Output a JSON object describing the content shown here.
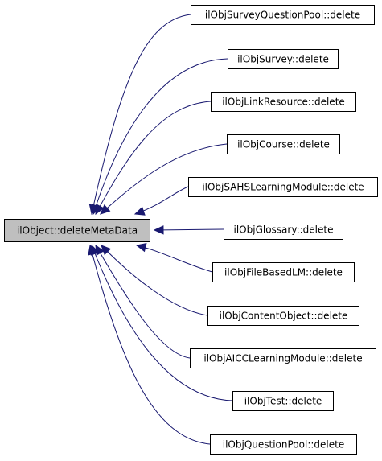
{
  "graph": {
    "root": {
      "id": "root",
      "label": "ilObject::deleteMetaData",
      "fill": "#bfbfbf"
    },
    "callers": [
      {
        "id": "surveyqp",
        "label": "ilObjSurveyQuestionPool::delete"
      },
      {
        "id": "survey",
        "label": "ilObjSurvey::delete"
      },
      {
        "id": "linkres",
        "label": "ilObjLinkResource::delete"
      },
      {
        "id": "course",
        "label": "ilObjCourse::delete"
      },
      {
        "id": "sahs",
        "label": "ilObjSAHSLearningModule::delete"
      },
      {
        "id": "glossary",
        "label": "ilObjGlossary::delete"
      },
      {
        "id": "filebased",
        "label": "ilObjFileBasedLM::delete"
      },
      {
        "id": "content",
        "label": "ilObjContentObject::delete"
      },
      {
        "id": "aicc",
        "label": "ilObjAICCLearningModule::delete"
      },
      {
        "id": "test",
        "label": "ilObjTest::delete"
      },
      {
        "id": "questionpool",
        "label": "ilObjQuestionPool::delete"
      }
    ],
    "colors": {
      "edge": "#191970",
      "node_fill": "#ffffff",
      "root_fill": "#bfbfbf",
      "border": "#000000"
    }
  }
}
